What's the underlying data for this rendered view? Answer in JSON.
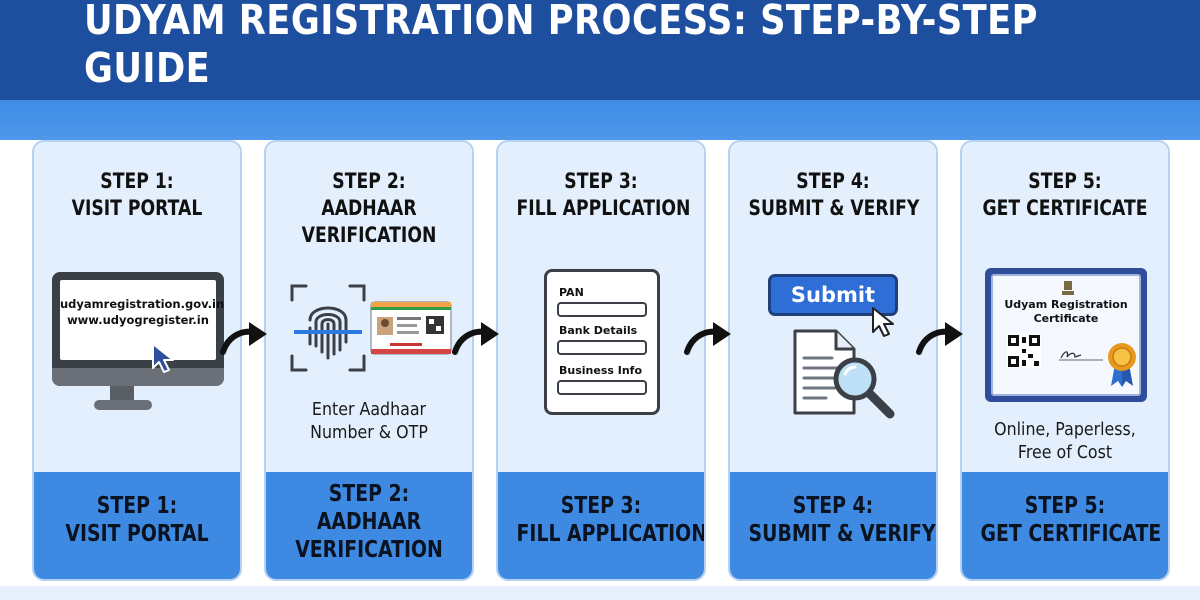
{
  "title": "UDYAM REGISTRATION PROCESS: STEP-BY-STEP GUIDE",
  "steps": [
    {
      "title_line1": "STEP 1:",
      "title_line2": "VISIT PORTAL",
      "footer_line1": "STEP 1:",
      "footer_line2": "VISIT PORTAL",
      "urls": [
        "udyamregistration.gov.in",
        "www.udyogregister.in"
      ]
    },
    {
      "title_line1": "STEP 2:",
      "title_line2": "AADHAAR",
      "title_line3": "VERIFICATION",
      "footer_line1": "STEP 2:",
      "footer_line2": "AADHAAR",
      "footer_line3": "VERIFICATION",
      "caption_line1": "Enter Aadhaar",
      "caption_line2": "Number & OTP"
    },
    {
      "title_line1": "STEP 3:",
      "title_line2": "FILL APPLICATION",
      "footer_line1": "STEP 3:",
      "footer_line2": "FILL APPLICATION",
      "fields": [
        "PAN",
        "Bank Details",
        "Business Info"
      ]
    },
    {
      "title_line1": "STEP 4:",
      "title_line2": "SUBMIT & VERIFY",
      "footer_line1": "STEP 4:",
      "footer_line2": "SUBMIT & VERIFY",
      "button_label": "Submit"
    },
    {
      "title_line1": "STEP 5:",
      "title_line2": "GET CERTIFICATE",
      "footer_line1": "STEP 5:",
      "footer_line2": "GET CERTIFICATE",
      "certificate_line1": "Udyam Registration",
      "certificate_line2": "Certificate",
      "caption_line1": "Online, Paperless,",
      "caption_line2": "Free of Cost"
    }
  ],
  "colors": {
    "header": "#1e4f9e",
    "band": "#4e97ea",
    "card_bg": "#e3effc",
    "card_footer": "#3e8ae3"
  },
  "icons": [
    "monitor-icon",
    "cursor-icon",
    "fingerprint-icon",
    "aadhaar-card-icon",
    "form-icon",
    "document-icon",
    "magnifier-icon",
    "certificate-icon",
    "qr-code-icon",
    "award-ribbon-icon",
    "arrow-right-icon"
  ]
}
